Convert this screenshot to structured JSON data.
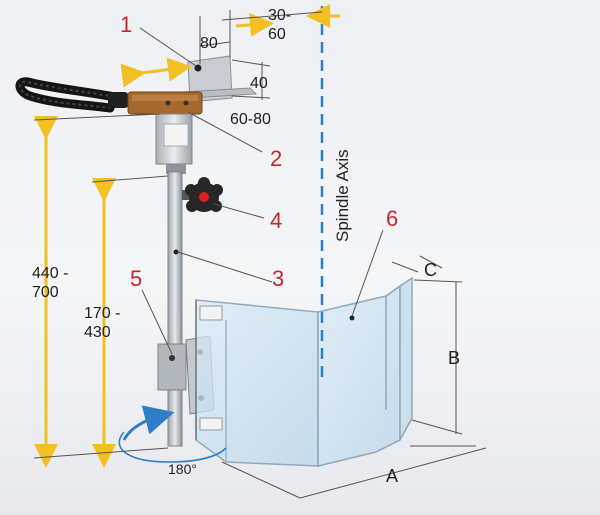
{
  "callouts": [
    "1",
    "2",
    "3",
    "4",
    "5",
    "6"
  ],
  "dimensions": {
    "top_offset": "30-\n60",
    "width_80": "80",
    "height_40": "40",
    "range_60_80": "60-80",
    "total_height": "440 -\n700",
    "rod_height": "170 -\n430",
    "rotation": "180°",
    "shield_a": "A",
    "shield_b": "B",
    "shield_c": "C"
  },
  "axis_label": "Spindle Axis",
  "colors": {
    "callout": "#c0282a",
    "arrow_yellow": "#f2c020",
    "axis_blue": "#2a7fd0",
    "arrow_rotation": "#2f7fc8",
    "dim_line": "#555555",
    "shield_fill": "#cfe3f1",
    "knob": "#262626",
    "knob_dot": "#e02020"
  }
}
